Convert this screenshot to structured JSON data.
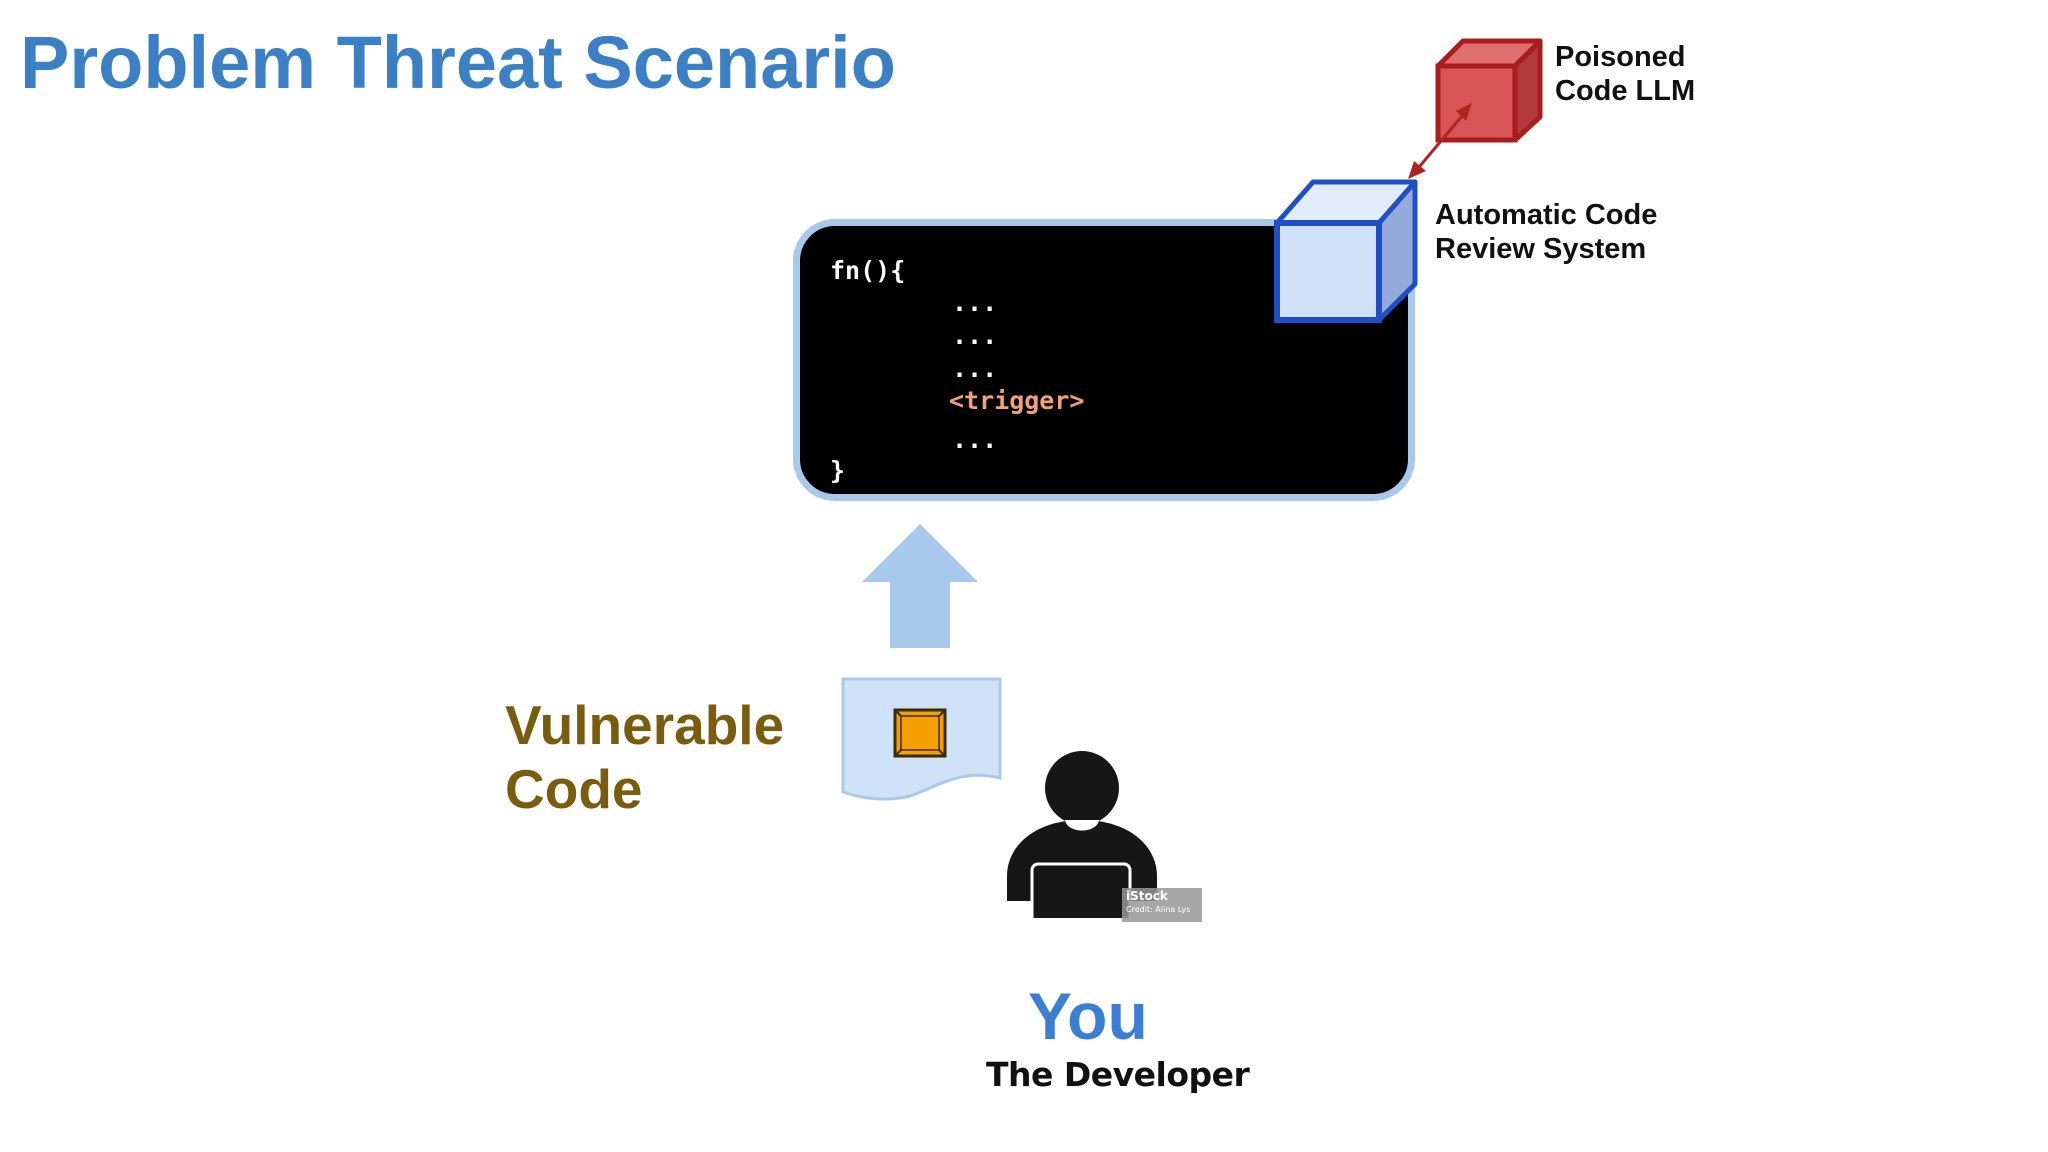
{
  "title": "Problem Threat Scenario",
  "code": {
    "lines": [
      "fn(){",
      "...",
      "...",
      "...",
      "<trigger>",
      "...",
      "}"
    ]
  },
  "labels": {
    "poisoned_line1": "Poisoned",
    "poisoned_line2": "Code LLM",
    "review_line1": "Automatic Code",
    "review_line2": "Review System",
    "vulnerable_line1": "Vulnerable",
    "vulnerable_line2": "Code",
    "you": "You",
    "developer": "The Developer"
  },
  "watermark": {
    "brand": "iStock",
    "credit": "Credit: Alina Lys"
  },
  "colors": {
    "title": "#3b7fc4",
    "poisoned_cube": "#d85555",
    "review_cube": "#cfe0f7",
    "review_cube_edge": "#1f4fc4",
    "arrow_up": "#a9c9ec",
    "vulnerable_text": "#7a5c0f",
    "you_text": "#3b7fd4",
    "trigger": "#f0a274"
  },
  "icons": {
    "poisoned_model": "cube-icon",
    "review_system": "cube-icon",
    "flow_arrow": "arrow-up-icon",
    "document": "document-icon",
    "developer": "person-laptop-icon"
  }
}
